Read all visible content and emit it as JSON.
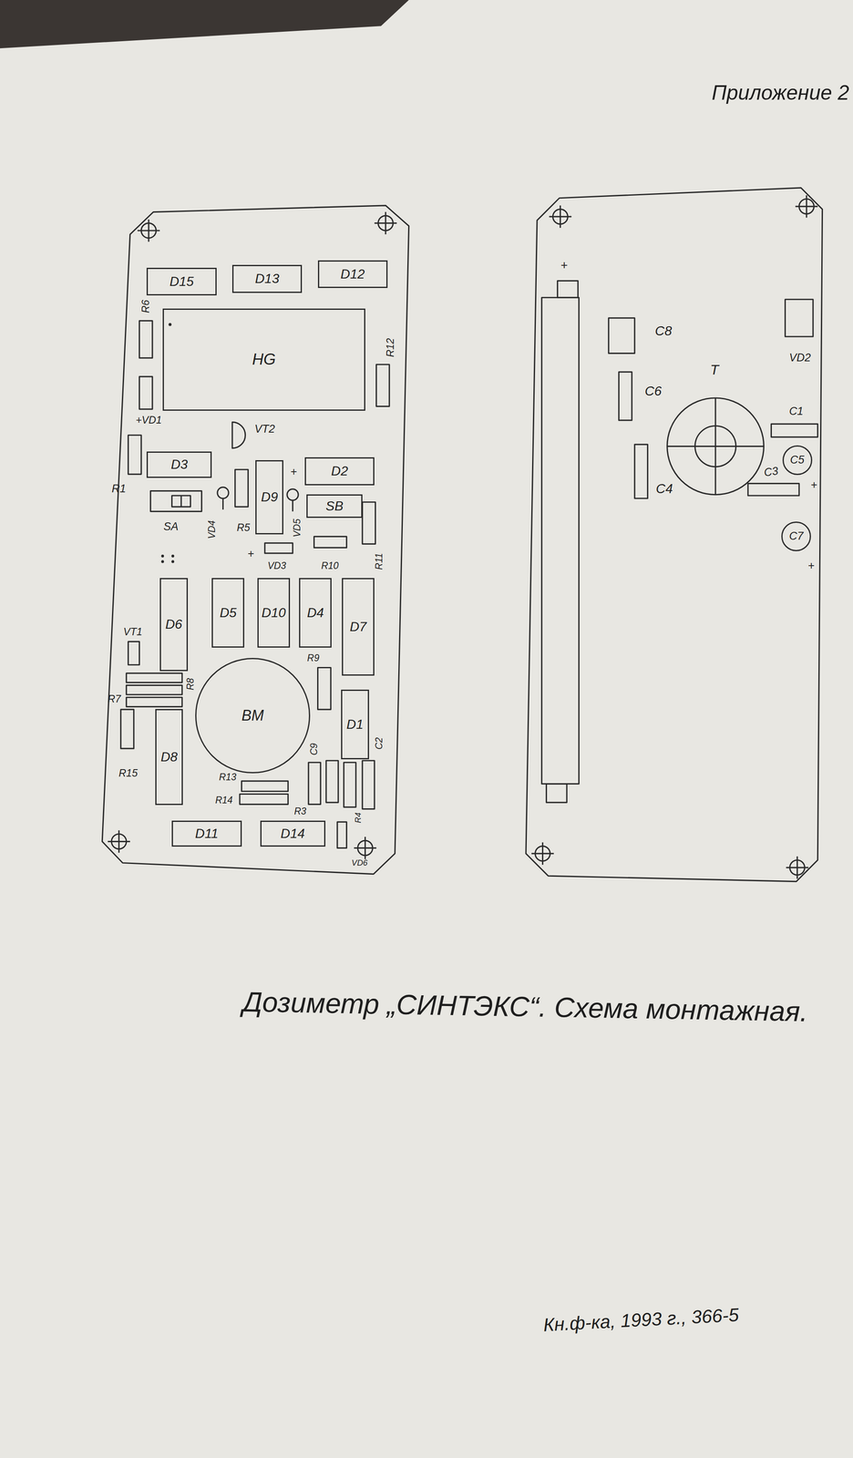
{
  "diagram": {
    "caption": "Дозиметр „СИНТЭКС“. Схема монтажная.",
    "nodes": [
      {
        "text": [
          "D15"
        ]
      },
      {
        "text": [
          "D13"
        ]
      },
      {
        "text": [
          "D12"
        ]
      },
      {
        "text": [
          "HG"
        ]
      },
      {
        "text": [
          "D3"
        ]
      },
      {
        "text": [
          "D9"
        ]
      },
      {
        "text": [
          "D2"
        ]
      },
      {
        "text": [
          "SB"
        ]
      },
      {
        "text": [
          "D6"
        ]
      },
      {
        "text": [
          "D5"
        ]
      },
      {
        "text": [
          "D10"
        ]
      },
      {
        "text": [
          "D4"
        ]
      },
      {
        "text": [
          "D7"
        ]
      },
      {
        "text": [
          "BM"
        ]
      },
      {
        "text": [
          "D1"
        ]
      },
      {
        "text": [
          "D8"
        ]
      },
      {
        "text": [
          "D11"
        ]
      },
      {
        "text": [
          "D14"
        ]
      },
      {
        "text": [
          "C5"
        ]
      },
      {
        "text": [
          "C7"
        ]
      }
    ],
    "labels": [
      "Приложение 2",
      "R6",
      "+VD1",
      "R12",
      "VT2",
      "R1",
      "VD4",
      "R5",
      "+",
      "VD5",
      "SA",
      "R11",
      "+",
      "VD3",
      "R10",
      "VT1",
      "R7",
      "R8",
      "R15",
      "R9",
      "C9",
      "C2",
      "R13",
      "R14",
      "R3",
      "R4",
      "VD6",
      "+",
      "C8",
      "C6",
      "T",
      "VD2",
      "C1",
      "C3",
      "+",
      "C4",
      "+",
      "Кн.ф-ка, 1993 г., 366-5"
    ]
  }
}
